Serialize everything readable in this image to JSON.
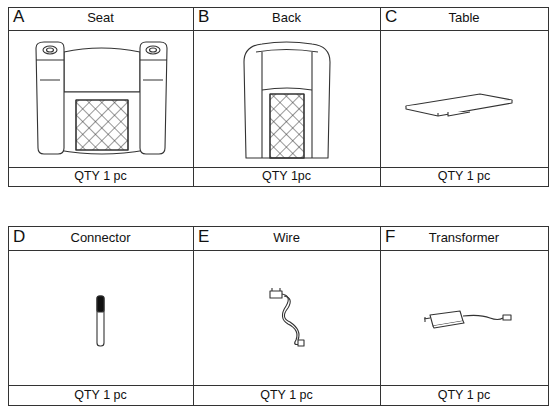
{
  "diagram": {
    "nodes": [
      {
        "text": [
          "A",
          "Seat",
          "QTY 1 pc"
        ]
      },
      {
        "text": [
          "B",
          "Back",
          "QTY 1pc"
        ]
      },
      {
        "text": [
          "C",
          "Table",
          "QTY 1 pc"
        ]
      },
      {
        "text": [
          "D",
          "Connector",
          "QTY 1 pc"
        ]
      },
      {
        "text": [
          "E",
          "Wire",
          "QTY 1 pc"
        ]
      },
      {
        "text": [
          "F",
          "Transformer",
          "QTY 1 pc"
        ]
      }
    ]
  }
}
